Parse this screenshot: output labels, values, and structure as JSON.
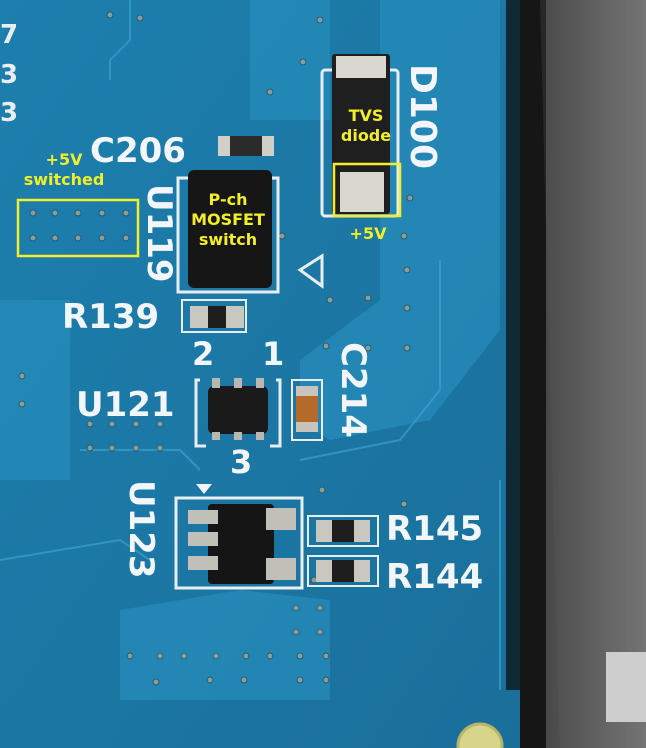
{
  "annotations": {
    "tvs": [
      "TVS",
      "diode"
    ],
    "plus5v": "+5V",
    "switched": [
      "+5V",
      "switched"
    ],
    "mosfet": [
      "P-ch",
      "MOSFET",
      "switch"
    ]
  },
  "silkscreen": {
    "c206": "C206",
    "d100": "D100",
    "u119": "U119",
    "r139": "R139",
    "pin2": "2",
    "pin1": "1",
    "pin3": "3",
    "c214": "C214",
    "u121": "U121",
    "u123": "U123",
    "r145": "R145",
    "r144": "R144",
    "edge_marks": [
      "7",
      "3",
      "3"
    ]
  },
  "colors": {
    "board": "#1f80ad",
    "trace": "#2b95c4",
    "silkscreen": "#f2f6f8",
    "annotation": "#f3ee2a",
    "via": "#8a9a8a",
    "pad": "#c8c8c0"
  }
}
